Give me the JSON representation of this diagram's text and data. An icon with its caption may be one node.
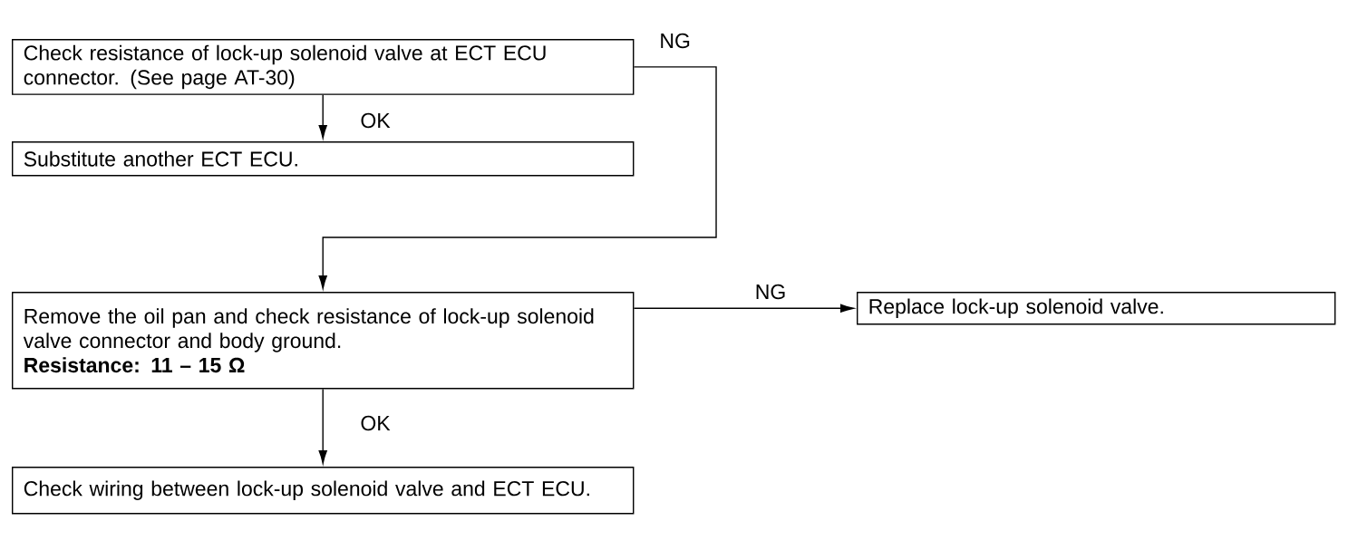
{
  "diagram": {
    "nodes": [
      {
        "text": [
          "Check resistance of lock-up solenoid valve at ECT ECU connector. (See page AT-30)"
        ]
      },
      {
        "text": [
          "Substitute another ECT ECU."
        ]
      },
      {
        "text": [
          "Remove the oil pan and check resistance of lock-up solenoid valve connector and body ground.",
          "Resistance:  11 – 15 Ω"
        ]
      },
      {
        "text": [
          "Replace lock-up solenoid valve."
        ]
      },
      {
        "text": [
          "Check wiring between lock-up solenoid valve and ECT ECU."
        ]
      }
    ],
    "edges": [
      {
        "from": 0,
        "to": 1,
        "arrow": "to",
        "label": "OK"
      },
      {
        "from": 0,
        "to": 2,
        "arrow": "to",
        "label": "NG"
      },
      {
        "from": 2,
        "to": 3,
        "arrow": "to",
        "label": "NG"
      },
      {
        "from": 2,
        "to": 4,
        "arrow": "to",
        "label": "OK"
      }
    ]
  }
}
